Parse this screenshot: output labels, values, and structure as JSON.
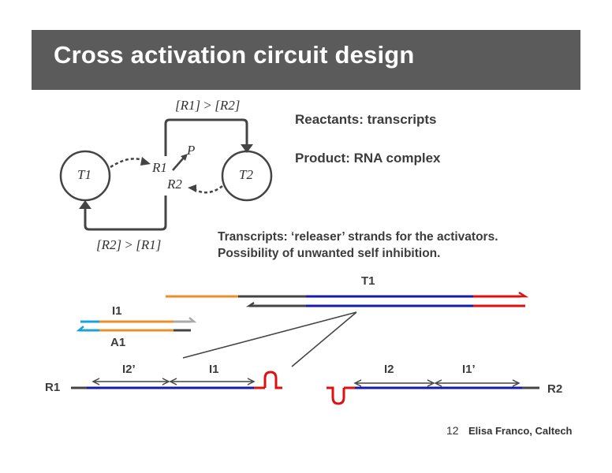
{
  "slide": {
    "title": "Cross activation circuit design",
    "page_number": "12",
    "author": "Elisa Franco, Caltech"
  },
  "circuit": {
    "node_t1": "T1",
    "node_t2": "T2",
    "label_r1": "R1",
    "label_r2": "R2",
    "label_p": "P",
    "cond_top_a": "[R1]",
    "cond_top_op": ">",
    "cond_top_b": "[R2]",
    "cond_bottom_a": "[R2]",
    "cond_bottom_op": ">",
    "cond_bottom_b": "[R1]"
  },
  "notes": {
    "reactants": "Reactants: transcripts",
    "product": "Product: RNA complex",
    "transcripts_line1": "Transcripts: ‘releaser’ strands for the activators.",
    "transcripts_line2": "Possibility of unwanted self inhibition."
  },
  "strands": {
    "t1": "T1",
    "i1": "I1",
    "a1": "A1",
    "r1": "R1",
    "r2": "R2",
    "seg_i2p": "I2’",
    "seg_i1": "I1",
    "seg_i2": "I2",
    "seg_i1p": "I1’"
  },
  "colors": {
    "title_bar": "#5b5b5b",
    "orange": "#e8902a",
    "blue": "#1a1aa8",
    "red": "#dd1111",
    "cyan": "#1aa3d9",
    "gray": "#aaaaaa",
    "dark": "#444444"
  }
}
